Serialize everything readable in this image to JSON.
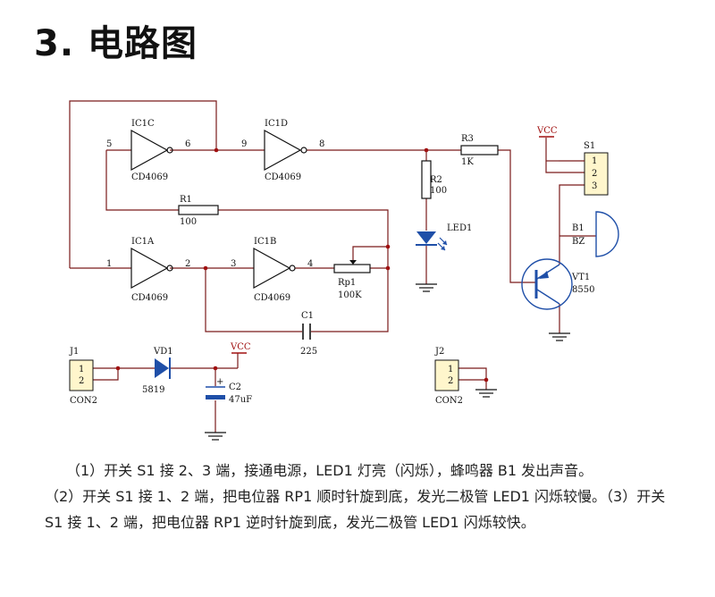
{
  "heading": "3. 电路图",
  "schematic": {
    "ic1c": {
      "name": "IC1C",
      "part": "CD4069",
      "pin_in": "5",
      "pin_out": "6"
    },
    "ic1d": {
      "name": "IC1D",
      "part": "CD4069",
      "pin_in": "9",
      "pin_out": "8"
    },
    "ic1a": {
      "name": "IC1A",
      "part": "CD4069",
      "pin_in": "1",
      "pin_out": "2"
    },
    "ic1b": {
      "name": "IC1B",
      "part": "CD4069",
      "pin_in": "3",
      "pin_out": "4"
    },
    "r1": {
      "name": "R1",
      "value": "100"
    },
    "r2": {
      "name": "R2",
      "value": "100"
    },
    "r3": {
      "name": "R3",
      "value": "1K"
    },
    "rp1": {
      "name": "Rp1",
      "value": "100K"
    },
    "c1": {
      "name": "C1",
      "value": "225"
    },
    "c2": {
      "name": "C2",
      "value": "47uF",
      "plus": "+"
    },
    "led1": {
      "name": "LED1"
    },
    "vt1": {
      "name": "VT1",
      "value": "8550"
    },
    "s1": {
      "name": "S1",
      "pins": [
        "1",
        "2",
        "3"
      ]
    },
    "b1": {
      "name": "B1",
      "value": "BZ"
    },
    "vd1": {
      "name": "VD1",
      "value": "5819"
    },
    "j1": {
      "name": "J1",
      "part": "CON2",
      "pins": [
        "1",
        "2"
      ]
    },
    "j2": {
      "name": "J2",
      "part": "CON2",
      "pins": [
        "1",
        "2"
      ]
    },
    "vcc_label": "VCC"
  },
  "description": {
    "p1": "（1）开关 S1 接 2、3 端，接通电源，LED1 灯亮（闪烁），蜂鸣器 B1 发出声音。",
    "p2": "（2）开关 S1 接 1、2 端，把电位器 RP1 顺时针旋到底，发光二极管 LED1 闪烁较慢。（3）开关 S1 接 1、2 端，把电位器 RP1 逆时针旋到底，发光二极管 LED1 闪烁较快。"
  },
  "colors": {
    "wire": "#7a1a1a",
    "junction": "#a01010",
    "diode": "#1f4fa8",
    "capacitor": "#1f4fa8",
    "connector": "#fff6cc",
    "vcc": "#a01010"
  }
}
